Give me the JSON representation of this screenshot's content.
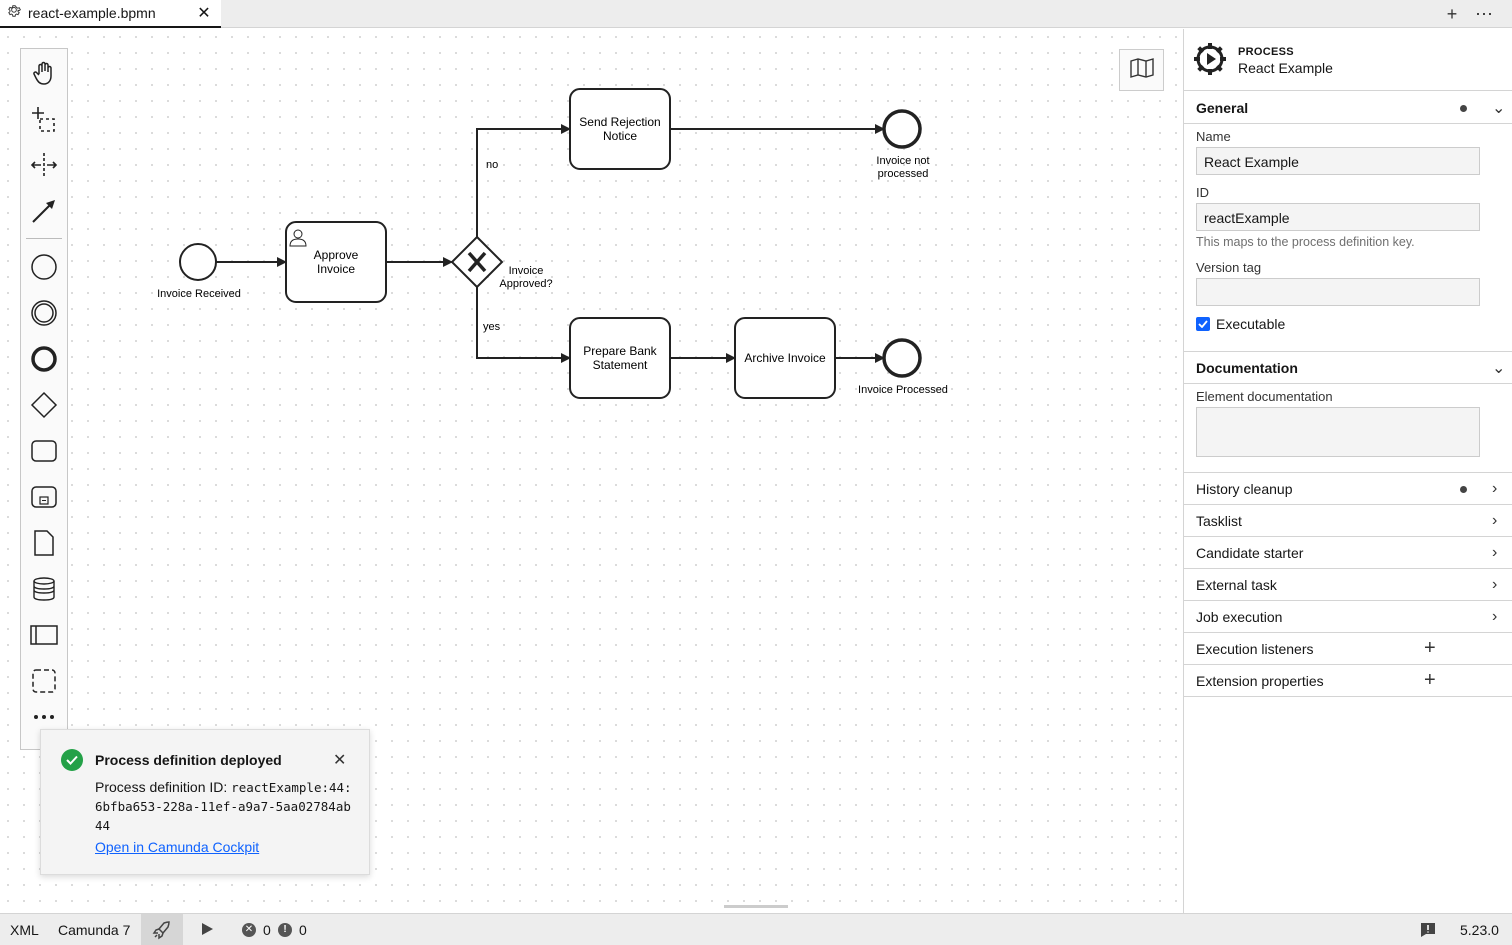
{
  "tab": {
    "filename": "react-example.bpmn",
    "gear_icon": "gear-icon",
    "close_icon": "close-icon"
  },
  "topbar": {
    "new_tab": "+",
    "more": "⋯"
  },
  "palette": {
    "tools": [
      "hand-tool-icon",
      "lasso-tool-icon",
      "space-tool-icon",
      "connect-tool-icon",
      "start-event-icon",
      "intermediate-event-icon",
      "end-event-icon",
      "gateway-icon",
      "task-icon",
      "subprocess-icon",
      "data-object-icon",
      "data-store-icon",
      "participant-icon",
      "group-icon",
      "more-icon"
    ]
  },
  "diagram": {
    "start_label": "Invoice Received",
    "task_approve": [
      "Approve",
      "Invoice"
    ],
    "gateway_label": [
      "Invoice",
      "Approved?"
    ],
    "flow_no": "no",
    "flow_yes": "yes",
    "task_rejection": [
      "Send Rejection",
      "Notice"
    ],
    "end_not_processed": [
      "Invoice not",
      "processed"
    ],
    "task_prepare": [
      "Prepare Bank",
      "Statement"
    ],
    "task_archive": "Archive Invoice",
    "end_processed": "Invoice Processed"
  },
  "notification": {
    "title": "Process definition deployed",
    "id_label": "Process definition ID: ",
    "id_value": "reactExample:44:6bfba653-228a-11ef-a9a7-5aa02784ab44",
    "link": "Open in Camunda Cockpit"
  },
  "panel": {
    "type": "PROCESS",
    "name": "React Example",
    "general": {
      "title": "General",
      "name_label": "Name",
      "name_value": "React Example",
      "id_label": "ID",
      "id_value": "reactExample",
      "id_hint": "This maps to the process definition key.",
      "version_label": "Version tag",
      "version_value": "",
      "executable_label": "Executable",
      "executable": true
    },
    "documentation": {
      "title": "Documentation",
      "label": "Element documentation",
      "value": ""
    },
    "groups": [
      "History cleanup",
      "Tasklist",
      "Candidate starter",
      "External task",
      "Job execution"
    ],
    "add_groups": [
      "Execution listeners",
      "Extension properties"
    ]
  },
  "statusbar": {
    "xml": "XML",
    "engine": "Camunda 7",
    "errors": "0",
    "warnings": "0",
    "version": "5.23.0"
  }
}
